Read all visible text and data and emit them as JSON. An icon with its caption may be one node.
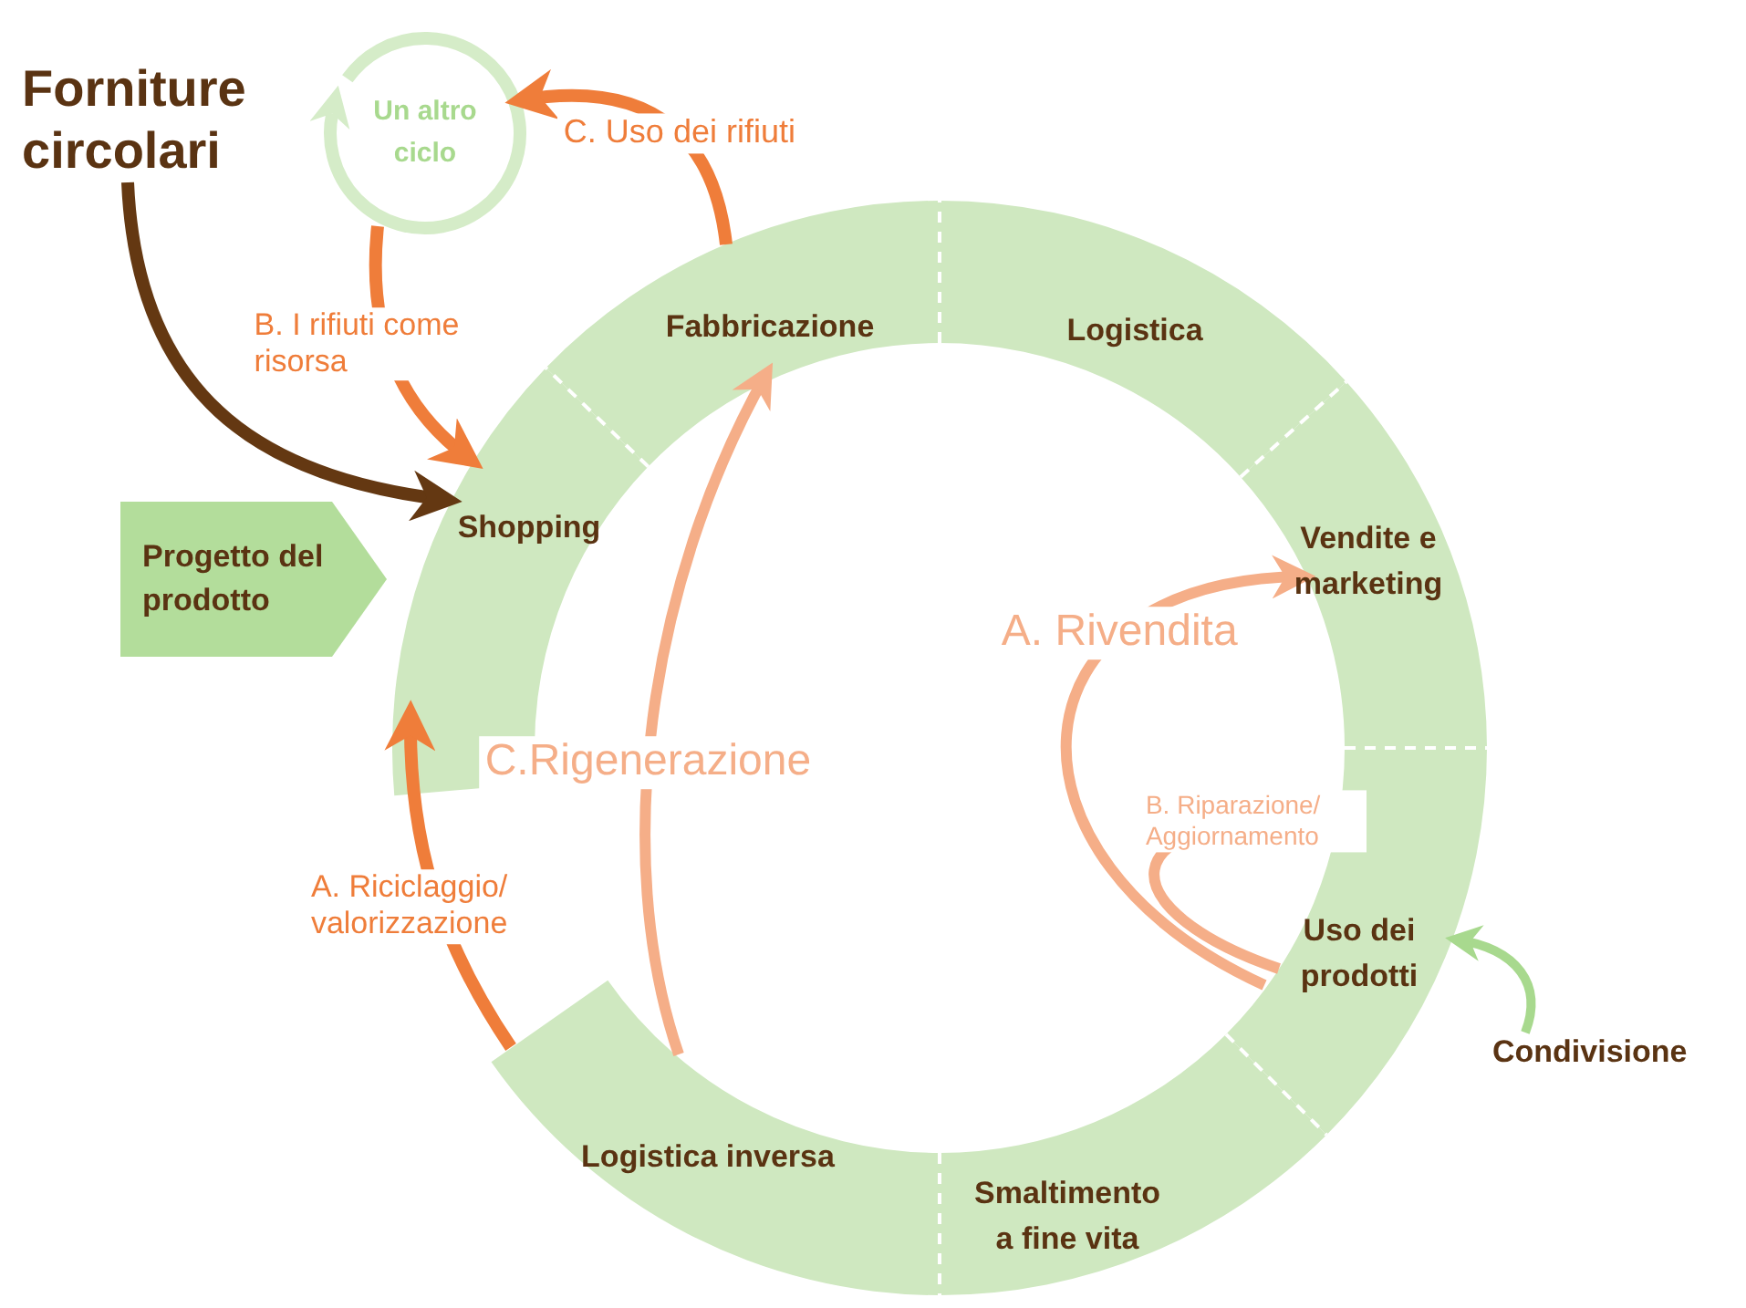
{
  "diagram": {
    "nodes": [
      {
        "text": [
          "Forniture circolari"
        ]
      },
      {
        "text": [
          "Un altro ciclo"
        ]
      },
      {
        "text": [
          "Progetto del prodotto"
        ]
      },
      {
        "text": [
          "Shopping"
        ]
      },
      {
        "text": [
          "Fabbricazione"
        ]
      },
      {
        "text": [
          "Logistica"
        ]
      },
      {
        "text": [
          "Vendite e marketing"
        ]
      },
      {
        "text": [
          "Uso dei prodotti"
        ]
      },
      {
        "text": [
          "Smaltimento a fine vita"
        ]
      },
      {
        "text": [
          "Logistica inversa"
        ]
      },
      {
        "text": [
          "Condivisione"
        ]
      }
    ],
    "edges": [
      {
        "from": 0,
        "to": 3,
        "arrow": "to",
        "color": "#643812"
      },
      {
        "from": 4,
        "to": 1,
        "arrow": "to",
        "label": "C. Uso dei rifiuti"
      },
      {
        "from": 1,
        "to": 3,
        "arrow": "to",
        "label": "B. I rifiuti come risorsa"
      },
      {
        "from": 9,
        "to": 3,
        "arrow": "to",
        "label": "A. Riciclaggio/ valorizzazione"
      },
      {
        "from": 9,
        "to": 4,
        "arrow": "to",
        "label": "C.Rigenerazione",
        "color": "#f5ae88"
      },
      {
        "from": 7,
        "to": 6,
        "arrow": "to",
        "label": "A. Rivendita",
        "color": "#f5ae88"
      },
      {
        "from": 7,
        "to": 7,
        "arrow": "to",
        "label": "B. Riparazione/ Aggiornamento",
        "color": "#f5ae88"
      },
      {
        "from": 10,
        "to": 7,
        "arrow": "to",
        "color": "#a8d98e"
      }
    ]
  }
}
